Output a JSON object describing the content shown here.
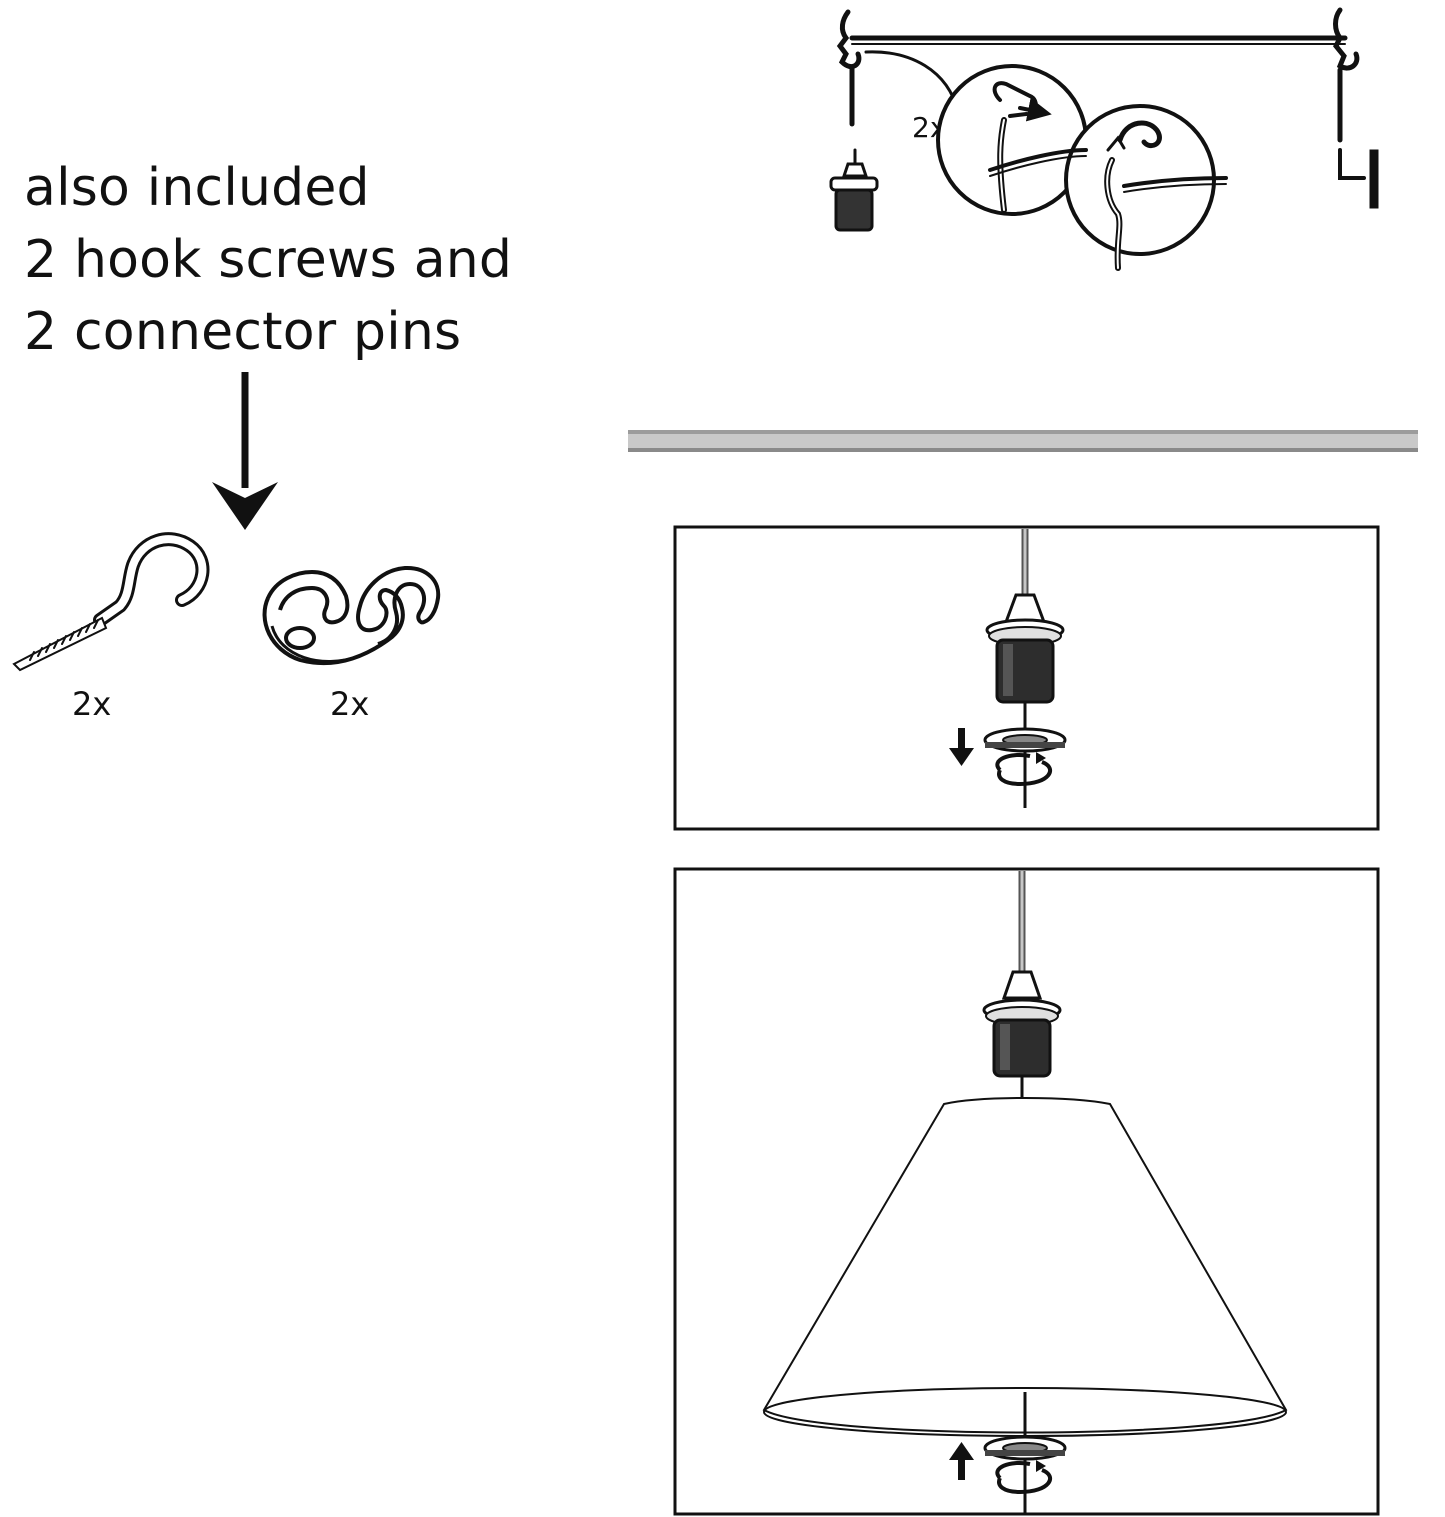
{
  "intro": {
    "line1": "also included",
    "line2": "2 hook screws and",
    "line3": "2 connector pins"
  },
  "parts": {
    "hook_screw_qty": "2x",
    "connector_pin_qty": "2x"
  },
  "step1": {
    "detail_qty": "2x"
  }
}
